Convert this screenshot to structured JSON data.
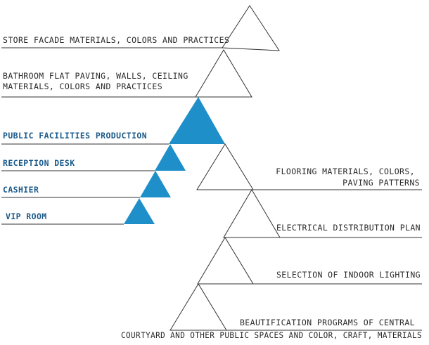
{
  "colors": {
    "line": "#333333",
    "accent": "#1f8fc9",
    "accent_text": "#1a5a8a",
    "text": "#2a2a2a"
  },
  "labels": {
    "store_facade": "STORE FACADE MATERIALS, COLORS AND PRACTICES",
    "bathroom_line1": "BATHROOM FLAT PAVING, WALLS, CEILING",
    "bathroom_line2": "MATERIALS, COLORS AND PRACTICES",
    "public_facilities": "PUBLIC FACILITIES PRODUCTION",
    "reception_desk": "RECEPTION DESK",
    "cashier": "CASHIER",
    "vip_room": "VIP ROOM",
    "flooring_line1": "FLOORING MATERIALS, COLORS,",
    "flooring_line2": "PAVING PATTERNS",
    "electrical": "ELECTRICAL DISTRIBUTION PLAN",
    "lighting": "SELECTION OF INDOOR LIGHTING",
    "beautification_line1": "BEAUTIFICATION PROGRAMS OF CENTRAL",
    "beautification_line2": "COURTYARD AND OTHER PUBLIC SPACES AND COLOR, CRAFT, MATERIALS"
  }
}
